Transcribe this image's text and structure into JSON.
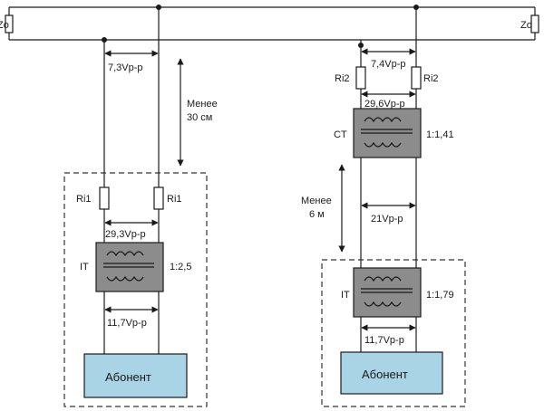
{
  "line": {
    "zo_left": "Zo",
    "zo_right": "Zo"
  },
  "left": {
    "voltage_line": "7,3Vp-p",
    "distance_line1": "Менее",
    "distance_line2": "30 см",
    "ri_left": "Ri1",
    "ri_right": "Ri1",
    "voltage_mid": "29,3Vp-p",
    "transformer": "IT",
    "ratio": "1:2,5",
    "voltage_low": "11,7Vp-p",
    "subscriber": "Абонент"
  },
  "right": {
    "voltage_line": "7,4Vp-p",
    "ri_left": "Ri2",
    "ri_right": "Ri2",
    "voltage_ct": "29,6Vp-p",
    "ct_label": "CT",
    "ct_ratio": "1:1,41",
    "distance_line1": "Менее",
    "distance_line2": "6 м",
    "voltage_cable": "21Vp-p",
    "transformer": "IT",
    "ratio": "1:1,79",
    "voltage_low": "11,7Vp-p",
    "subscriber": "Абонент"
  },
  "colors": {
    "wire": "#1a1a1a",
    "transformer_fill": "#8c8c8c",
    "subscriber_fill": "#a9d4e6",
    "dashed_box": "#333333"
  }
}
